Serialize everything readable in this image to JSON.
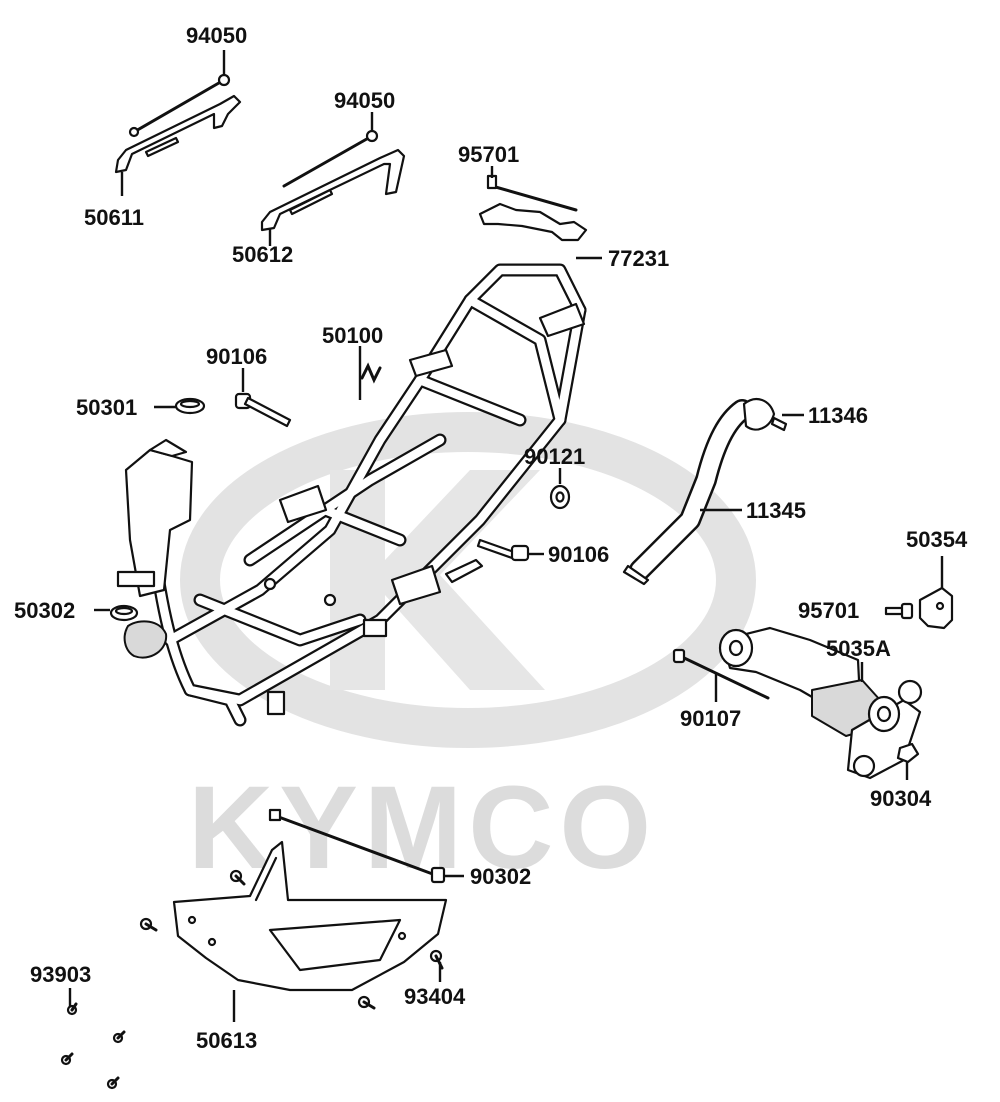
{
  "watermark": {
    "brand_text": "KYMCO",
    "color": "#dcdcdc"
  },
  "callouts": {
    "c94050_a": "94050",
    "c50611": "50611",
    "c94050_b": "94050",
    "c50612": "50612",
    "c95701_a": "95701",
    "c77231": "77231",
    "c90106_a": "90106",
    "c50100": "50100",
    "c50301": "50301",
    "c11346": "11346",
    "c90121": "90121",
    "c11345": "11345",
    "c90106_b": "90106",
    "c50354": "50354",
    "c50302": "50302",
    "c95701_b": "95701",
    "c5035A": "5035A",
    "c90107": "90107",
    "c90304": "90304",
    "c90302": "90302",
    "c93903": "93903",
    "c93404": "93404",
    "c50613": "50613"
  },
  "colors": {
    "line": "#111111",
    "background": "#ffffff",
    "shade": "#d9d9d9"
  }
}
